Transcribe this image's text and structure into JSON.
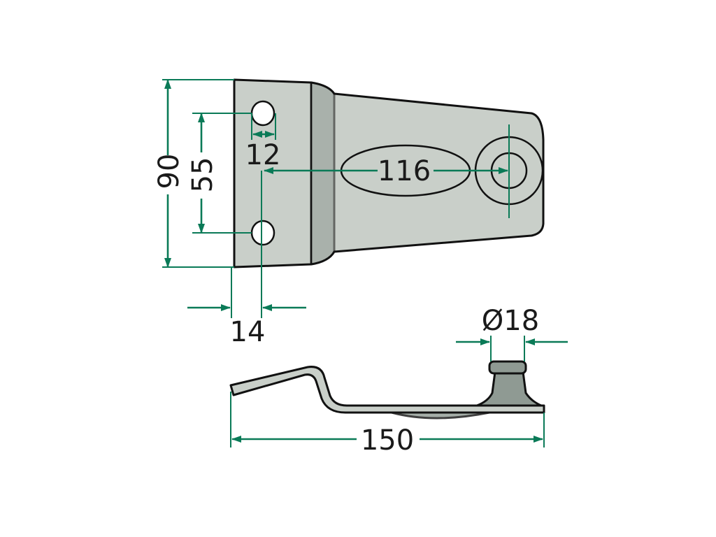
{
  "colors": {
    "dimension": "#0a7a57",
    "part_fill": "#c9cfc9",
    "part_shade": "#8f9a93",
    "outline": "#111111"
  },
  "dimensions": {
    "overall_height": "90",
    "hole_spacing": "55",
    "hole_diameter": "12",
    "hole_to_pin": "116",
    "edge_to_hole": "14",
    "pin_diameter": "Ø18",
    "overall_length": "150"
  }
}
